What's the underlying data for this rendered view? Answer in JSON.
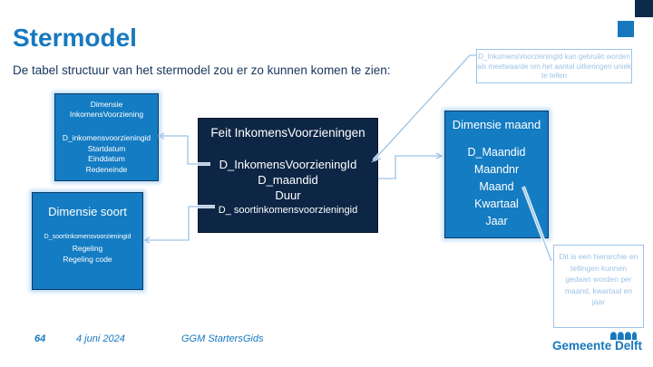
{
  "slide": {
    "title": "Stermodel",
    "subtitle": "De tabel structuur van het stermodel zou er zo kunnen komen te zien:"
  },
  "tables": {
    "dim_inkomensvoorziening": {
      "header_line1": "Dimensie",
      "header_line2": "InkomensVoorziening",
      "fields": [
        "D_inkomensvoorzieningid",
        "Startdatum",
        "Einddatum",
        "Redeneinde"
      ]
    },
    "feit": {
      "header": "Feit InkomensVoorzieningen",
      "fields": [
        "D_InkomensVoorzieningId",
        "D_maandid",
        "Duur",
        "D_ soortinkomensvoorzieningid"
      ]
    },
    "dim_maand": {
      "header": "Dimensie maand",
      "fields": [
        "D_Maandid",
        "Maandnr",
        "Maand",
        "Kwartaal",
        "Jaar"
      ]
    },
    "dim_soort": {
      "header": "Dimensie soort",
      "fields": [
        "D_soortinkomensvoorzieningid",
        "Regeling",
        "Regeling code"
      ]
    }
  },
  "callouts": {
    "top": "D_InkomensVoorzieningId kan gebruikt worden als meetwaarde om het aantal uitkeringen uniek te tellen",
    "bottom": "Dit is een hierarchie en tellingen kunnen gedaan worden per maand, kwartaal en jaar"
  },
  "footer": {
    "page_number": "64",
    "date": "4 juni 2024",
    "document": "GGM StartersGids"
  },
  "logo": {
    "text": "Gemeente Delft"
  },
  "colors": {
    "accent_blue": "#1878BE",
    "box_blue": "#147CC2",
    "box_dark_navy": "#0D2645",
    "subtitle_navy": "#17365D",
    "callout_light_blue": "#9DC3E6",
    "connector_light_blue": "#9DC3E6"
  }
}
